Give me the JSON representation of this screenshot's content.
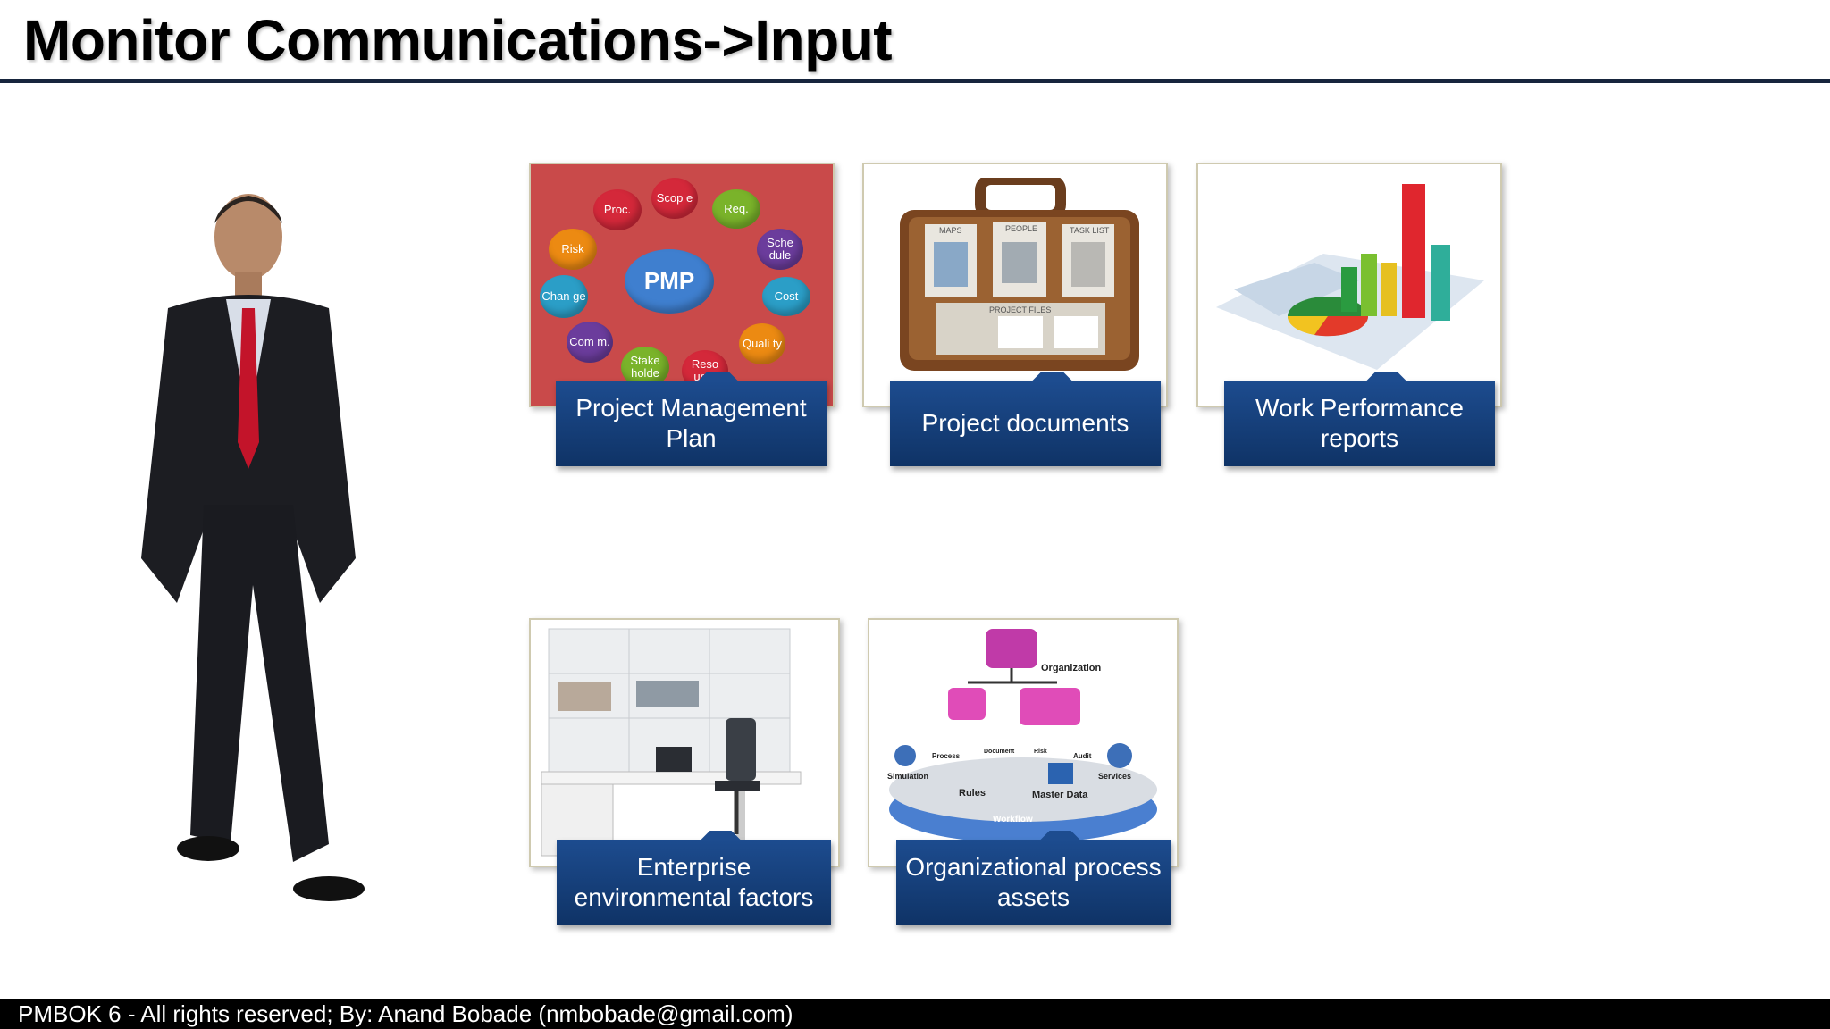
{
  "slide": {
    "title": "Monitor Communications->Input",
    "footer": "PMBOK 6 - All rights reserved; By: Anand Bobade (nmbobade@gmail.com)"
  },
  "inputs": [
    {
      "label": "Project Management Plan"
    },
    {
      "label": "Project documents"
    },
    {
      "label": "Work Performance reports"
    },
    {
      "label": "Enterprise environmental factors"
    },
    {
      "label": "Organizational process assets"
    }
  ],
  "pmp_diagram": {
    "center": "PMP",
    "areas": [
      "Scop e",
      "Req.",
      "Sche dule",
      "Cost",
      "Quali ty",
      "Reso urce",
      "Stake holde",
      "Com m.",
      "Chan ge",
      "Risk",
      "Proc."
    ]
  },
  "briefcase": {
    "panels": [
      "MAPS",
      "PEOPLE",
      "TASK LIST",
      "PROJECT FILES"
    ]
  },
  "opa_diagram": {
    "labels": [
      "Organization",
      "Process",
      "Document",
      "Risk",
      "Audit",
      "Simulation",
      "Services",
      "Rules",
      "Master Data",
      "Workflow"
    ]
  },
  "colors": {
    "title_rule": "#17253d",
    "label_bg": "#1d4c8f",
    "pmp_bg": "#c94a4a",
    "footer_bg": "#000000"
  }
}
